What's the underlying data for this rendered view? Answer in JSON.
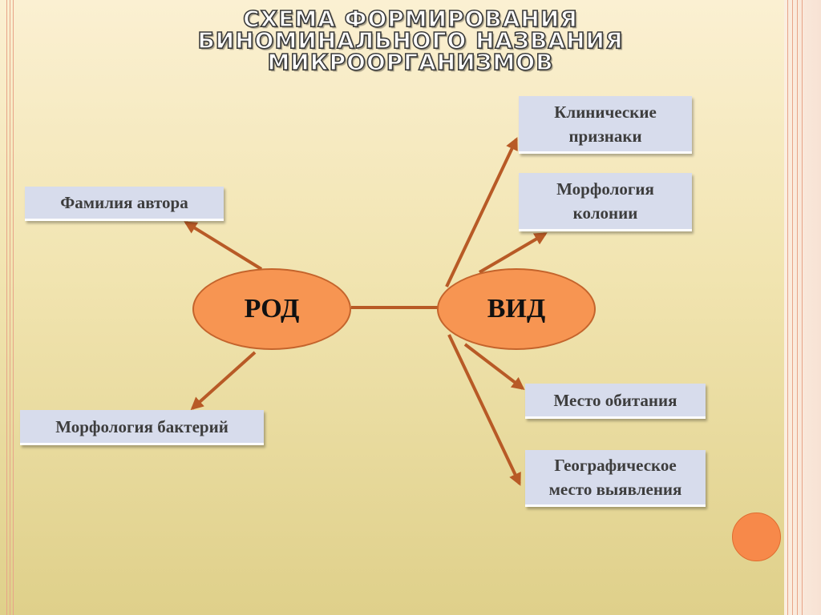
{
  "title": {
    "line1": "СХЕМА ФОРМИРОВАНИЯ",
    "line2": "БИНОМИНАЛЬНОГО НАЗВАНИЯ",
    "line3": "МИКРООРГАНИЗМОВ"
  },
  "nodes": {
    "genus": "РОД",
    "species": "ВИД",
    "author_surname": "Фамилия автора",
    "bacteria_morphology": "Морфология бактерий",
    "clinical_signs": "Клинические признаки",
    "colony_morphology": "Морфология колонии",
    "habitat": "Место обитания",
    "geographic_place": "Географическое место выявления"
  },
  "colors": {
    "ellipse_fill": "#f79552",
    "arrow": "#b85a26",
    "box_fill": "#d7dcec"
  }
}
